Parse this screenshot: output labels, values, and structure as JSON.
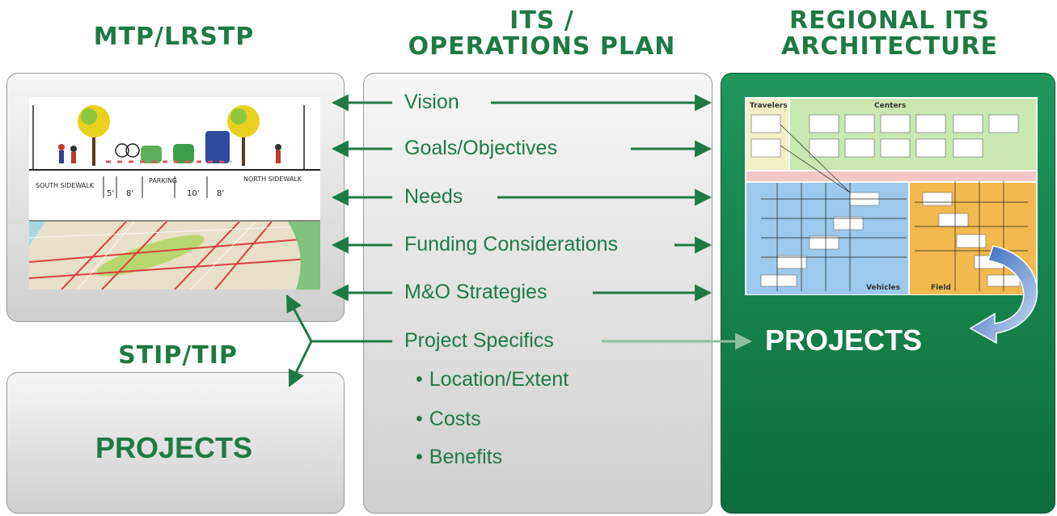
{
  "titles": {
    "mtp": "MTP/LRSTP",
    "its_line1": "ITS /",
    "its_line2": "OPERATIONS PLAN",
    "arch_line1": "REGIONAL ITS",
    "arch_line2": "ARCHITECTURE",
    "stip": "STIP/TIP"
  },
  "projects_left": "PROJECTS",
  "projects_right": "PROJECTS",
  "plan_items": [
    "Vision",
    "Goals/Objectives",
    "Needs",
    "Funding Considerations",
    "M&O Strategies",
    "Project Specifics"
  ],
  "sub_items": [
    "Location/Extent",
    "Costs",
    "Benefits"
  ],
  "sketch_labels": {
    "south": "SOUTH SIDEWALK",
    "north": "NORTH SIDEWALK",
    "d1": "5'",
    "d2": "8'",
    "d3": "10'",
    "d4": "8'",
    "parking": "PARKING"
  },
  "arch_labels": {
    "travelers": "Travelers",
    "centers": "Centers",
    "vehicles": "Vehicles",
    "field": "Field"
  },
  "colors": {
    "green_text": "#1e7a45",
    "green_panel": "#14834a",
    "arrow": "#1e7a45",
    "curve_arrow": "#4a78c0"
  }
}
